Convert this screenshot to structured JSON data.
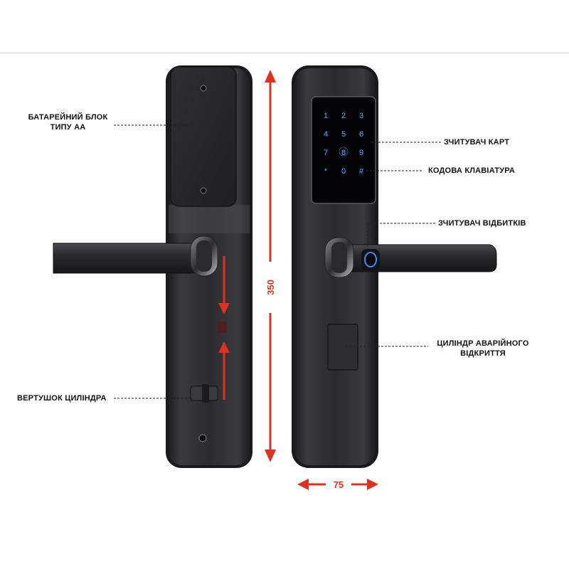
{
  "labels": {
    "battery_line1": "БАТАРЕЙНИЙ БЛОК",
    "battery_line2": "ТИПУ  АА",
    "card_reader": "ЗЧИТУВАЧ КАРТ",
    "keypad": "КОДОВА КЛАВІАТУРА",
    "fingerprint": "ЗЧИТУВАЧ ВІДБИТКІВ",
    "emergency_line1": "ЦИЛІНДР АВАРІЙНОГО",
    "emergency_line2": "ВІДКРИТТЯ",
    "thumbturn": "ВЕРТУШОК ЦИЛІНДРА"
  },
  "dimensions": {
    "height": "350",
    "width": "75"
  },
  "keypad_keys": [
    "1",
    "2",
    "3",
    "4",
    "5",
    "6",
    "7",
    "8",
    "9",
    "*",
    "0",
    "#"
  ],
  "colors": {
    "dimension_arrow": "#e03020",
    "body_dark": "#2a2a2c",
    "keypad_glow": "#4aa8ff",
    "fingerprint_ring": "#3b8cff"
  }
}
